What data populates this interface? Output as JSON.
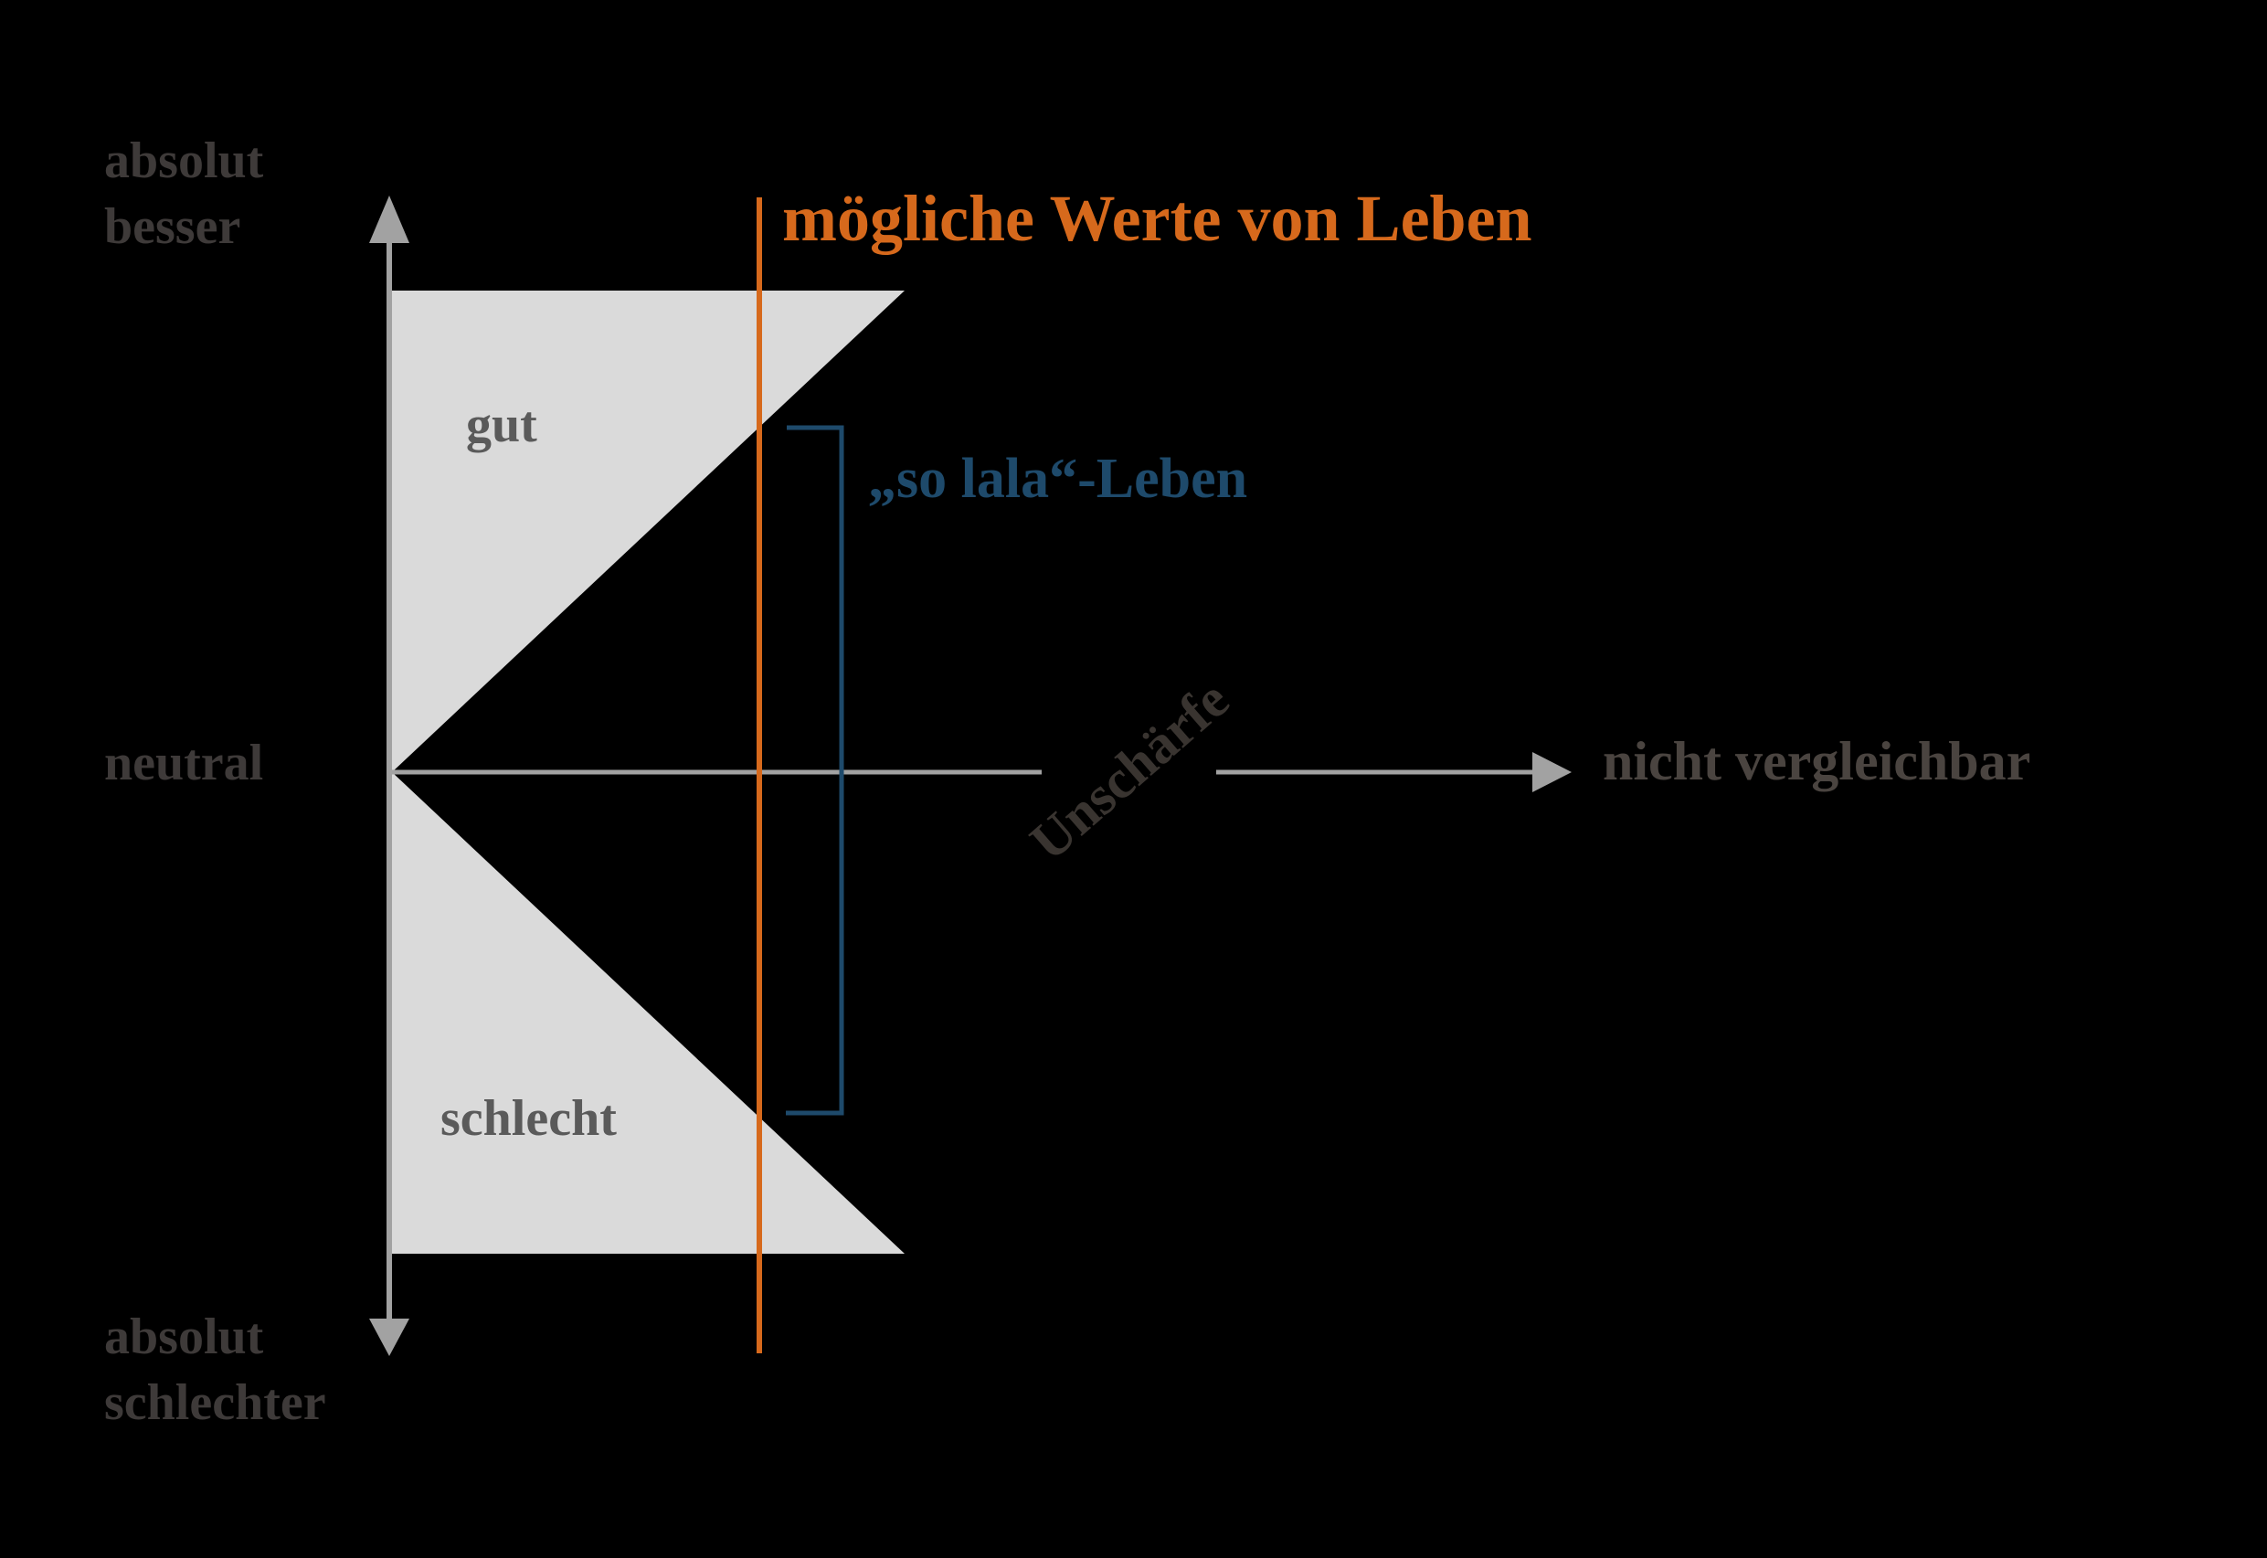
{
  "labels": {
    "y_axis_top_line1": "absolut",
    "y_axis_top_line2": "besser",
    "y_axis_origin": "neutral",
    "y_axis_bottom_line1": "absolut",
    "y_axis_bottom_line2": "schlechter",
    "x_axis_end": "nicht vergleichbar",
    "x_axis_break": "Unschärfe",
    "upper_region": "gut",
    "lower_region": "schlecht",
    "orange_line_label": "mögliche Werte von Leben",
    "blue_bracket_label": "„so lala“-Leben"
  },
  "colors": {
    "background": "#000000",
    "triangle-fill": "#DADADA",
    "axis-gray": "#A2A2A2",
    "label-dark": "#3E3A39",
    "label-mid": "#5A5A5A",
    "label-end": "#4A4440",
    "unschaerfe": "#393430",
    "orange": "#D6691C",
    "blue": "#1E4A6B"
  }
}
